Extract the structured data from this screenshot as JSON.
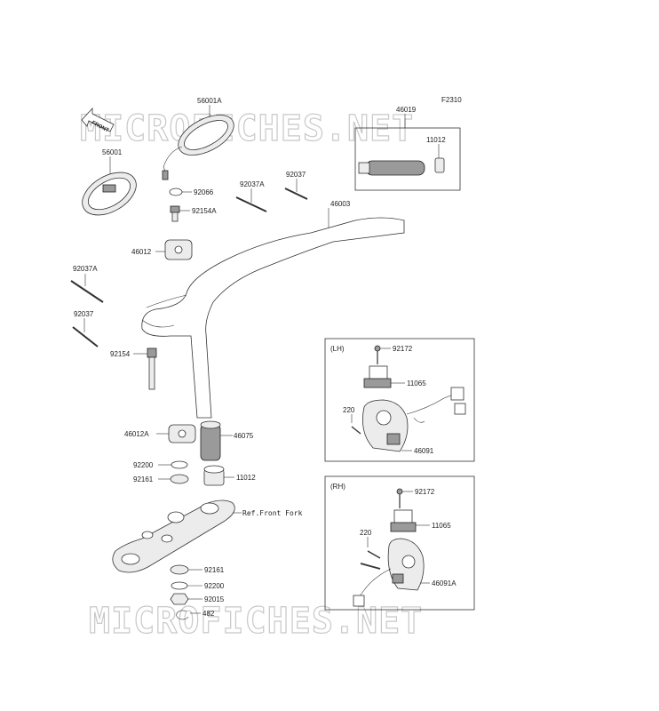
{
  "figure_code": "F2310",
  "watermark": "MICROFICHES.NET",
  "front_label": "FRONT",
  "box_labels": {
    "lh": "(LH)",
    "rh": "(RH)"
  },
  "reference_note": "Ref.Front Fork",
  "parts": {
    "mirror_right": "56001A",
    "mirror_left": "56001",
    "grip_assembly": "46019",
    "grip_end": "11012",
    "washer_92066": "92066",
    "bolt_92154A": "92154A",
    "pin_92037A_top": "92037A",
    "pin_92037_top": "92037",
    "handlebar": "46003",
    "holder_46012": "46012",
    "pin_92037A_left": "92037A",
    "pin_92037_left": "92037",
    "bolt_92154": "92154",
    "holder_46012A": "46012A",
    "grip_46075": "46075",
    "washer_92200_top": "92200",
    "collar_92161_top": "92161",
    "cap_11012": "11012",
    "collar_92161_bottom": "92161",
    "washer_92200_bottom": "92200",
    "nut_92015": "92015",
    "snap_ring_482": "482",
    "lh_screw_92172": "92172",
    "lh_cover_11065": "11065",
    "lh_screw_220": "220",
    "lh_switch_46091": "46091",
    "rh_screw_92172": "92172",
    "rh_cover_11065": "11065",
    "rh_screw_220": "220",
    "rh_switch_46091A": "46091A"
  }
}
